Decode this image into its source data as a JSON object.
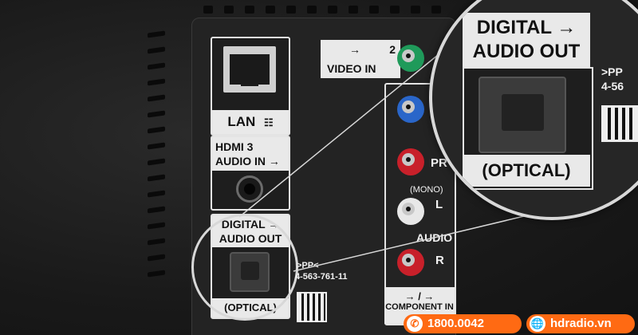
{
  "ports": {
    "lan_label": "LAN",
    "lan_icon": "network-icon",
    "hdmi_audio_label_1": "HDMI 3",
    "hdmi_audio_label_2": "AUDIO IN",
    "digital_label_1": "DIGITAL",
    "digital_label_2": "AUDIO OUT",
    "optical_label": "(OPTICAL)",
    "video_label": "VIDEO IN",
    "video_number": "2",
    "pr_label": "PR",
    "mono_label": "(MONO)",
    "l_label": "L",
    "audio_label": "AUDIO",
    "r_label": "R",
    "component_label": "COMPONENT IN",
    "part_prefix": ">PP<",
    "part_number": "4-563-761-11"
  },
  "zoom": {
    "digital_label_1": "DIGITAL",
    "digital_label_2": "AUDIO OUT",
    "optical_label": "(OPTICAL)",
    "part_prefix": ">PP",
    "part_number_fragment": "4-56"
  },
  "footer": {
    "phone": "1800.0042",
    "phone_icon": "phone-icon",
    "website": "hdradio.vn",
    "globe_icon": "globe-icon"
  },
  "colors": {
    "accent_orange": "#ff6a13",
    "rca_green": "#1f9a5a",
    "rca_blue": "#2a66c9",
    "rca_red": "#c8202a",
    "rca_white": "#e8e8e8"
  }
}
